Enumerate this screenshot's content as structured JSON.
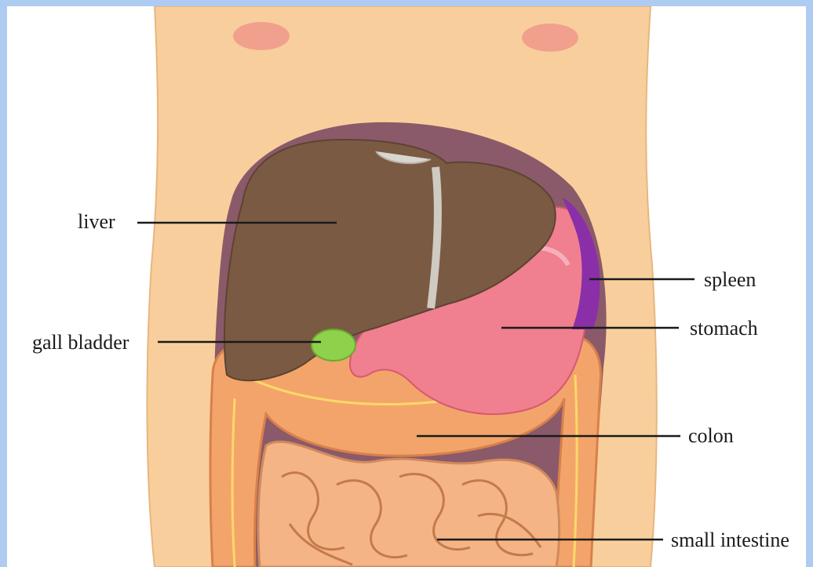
{
  "labels": {
    "liver": "liver",
    "gall_bladder": "gall bladder",
    "spleen": "spleen",
    "stomach": "stomach",
    "colon": "colon",
    "small_intestine": "small intestine"
  },
  "colors": {
    "frame": "#aecbf2",
    "skin": "#f8cf9c",
    "cavity": "#8a5a6a",
    "liver": "#7a5a43",
    "gall_bladder": "#8ed14a",
    "stomach": "#f07f90",
    "spleen": "#8a2fa8",
    "colon": "#f3a46b",
    "small_intestine": "#f4b486",
    "leader_line": "#1a1a1a"
  }
}
